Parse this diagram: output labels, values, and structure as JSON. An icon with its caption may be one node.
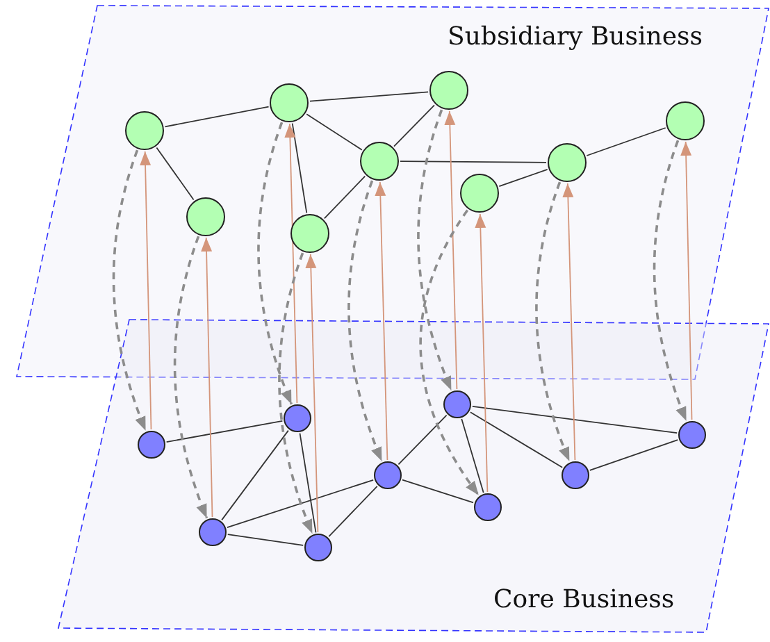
{
  "diagram": {
    "nodes": [
      {
        "text": [
          "Subsidiary Business"
        ]
      },
      {
        "text": [
          "Core Business"
        ]
      },
      {
        "text": [],
        "shape": "circle",
        "in": 0
      },
      {
        "text": [],
        "shape": "circle",
        "in": 0
      },
      {
        "text": [],
        "shape": "circle",
        "in": 0
      },
      {
        "text": [],
        "shape": "circle",
        "in": 0
      },
      {
        "text": [],
        "shape": "circle",
        "in": 0
      },
      {
        "text": [],
        "shape": "circle",
        "in": 0
      },
      {
        "text": [],
        "shape": "circle",
        "in": 0
      },
      {
        "text": [],
        "shape": "circle",
        "in": 0
      },
      {
        "text": [],
        "shape": "circle",
        "in": 0
      },
      {
        "text": [],
        "shape": "circle",
        "in": 1
      },
      {
        "text": [],
        "shape": "circle",
        "in": 1
      },
      {
        "text": [],
        "shape": "circle",
        "in": 1
      },
      {
        "text": [],
        "shape": "circle",
        "in": 1
      },
      {
        "text": [],
        "shape": "circle",
        "in": 1
      },
      {
        "text": [],
        "shape": "circle",
        "in": 1
      },
      {
        "text": [],
        "shape": "circle",
        "in": 1
      },
      {
        "text": [],
        "shape": "circle",
        "in": 1
      },
      {
        "text": [],
        "shape": "circle",
        "in": 1
      }
    ],
    "edges": [
      {
        "from": 2,
        "to": 4,
        "arrow": "none"
      },
      {
        "from": 2,
        "to": 3,
        "arrow": "none"
      },
      {
        "from": 4,
        "to": 7,
        "arrow": "none"
      },
      {
        "from": 4,
        "to": 6,
        "arrow": "none"
      },
      {
        "from": 4,
        "to": 5,
        "arrow": "none"
      },
      {
        "from": 6,
        "to": 5,
        "arrow": "none"
      },
      {
        "from": 6,
        "to": 7,
        "arrow": "none"
      },
      {
        "from": 6,
        "to": 9,
        "arrow": "none"
      },
      {
        "from": 8,
        "to": 9,
        "arrow": "none"
      },
      {
        "from": 9,
        "to": 10,
        "arrow": "none"
      },
      {
        "from": 11,
        "to": 13,
        "arrow": "none"
      },
      {
        "from": 12,
        "to": 13,
        "arrow": "none"
      },
      {
        "from": 12,
        "to": 15,
        "arrow": "none"
      },
      {
        "from": 12,
        "to": 14,
        "arrow": "none"
      },
      {
        "from": 13,
        "to": 14,
        "arrow": "none"
      },
      {
        "from": 14,
        "to": 15,
        "arrow": "none"
      },
      {
        "from": 15,
        "to": 16,
        "arrow": "none"
      },
      {
        "from": 15,
        "to": 17,
        "arrow": "none"
      },
      {
        "from": 16,
        "to": 17,
        "arrow": "none"
      },
      {
        "from": 16,
        "to": 18,
        "arrow": "none"
      },
      {
        "from": 16,
        "to": 19,
        "arrow": "none"
      },
      {
        "from": 18,
        "to": 19,
        "arrow": "none"
      },
      {
        "from": 11,
        "to": 2,
        "arrow": "to",
        "color": "#d4957a"
      },
      {
        "from": 12,
        "to": 3,
        "arrow": "to",
        "color": "#d4957a"
      },
      {
        "from": 13,
        "to": 4,
        "arrow": "to",
        "color": "#d4957a"
      },
      {
        "from": 14,
        "to": 5,
        "arrow": "to",
        "color": "#d4957a"
      },
      {
        "from": 15,
        "to": 6,
        "arrow": "to",
        "color": "#d4957a"
      },
      {
        "from": 16,
        "to": 7,
        "arrow": "to",
        "color": "#d4957a"
      },
      {
        "from": 17,
        "to": 8,
        "arrow": "to",
        "color": "#d4957a"
      },
      {
        "from": 18,
        "to": 9,
        "arrow": "to",
        "color": "#d4957a"
      },
      {
        "from": 19,
        "to": 10,
        "arrow": "to",
        "color": "#d4957a"
      },
      {
        "from": 2,
        "to": 11,
        "arrow": "to",
        "style": "dashed",
        "color": "#8c8c8c"
      },
      {
        "from": 3,
        "to": 12,
        "arrow": "to",
        "style": "dashed",
        "color": "#8c8c8c"
      },
      {
        "from": 4,
        "to": 13,
        "arrow": "to",
        "style": "dashed",
        "color": "#8c8c8c"
      },
      {
        "from": 5,
        "to": 14,
        "arrow": "to",
        "style": "dashed",
        "color": "#8c8c8c"
      },
      {
        "from": 6,
        "to": 15,
        "arrow": "to",
        "style": "dashed",
        "color": "#8c8c8c"
      },
      {
        "from": 7,
        "to": 16,
        "arrow": "to",
        "style": "dashed",
        "color": "#8c8c8c"
      },
      {
        "from": 8,
        "to": 17,
        "arrow": "to",
        "style": "dashed",
        "color": "#8c8c8c"
      },
      {
        "from": 9,
        "to": 18,
        "arrow": "to",
        "style": "dashed",
        "color": "#8c8c8c"
      },
      {
        "from": 10,
        "to": 19,
        "arrow": "to",
        "style": "dashed",
        "color": "#8c8c8c"
      }
    ]
  }
}
